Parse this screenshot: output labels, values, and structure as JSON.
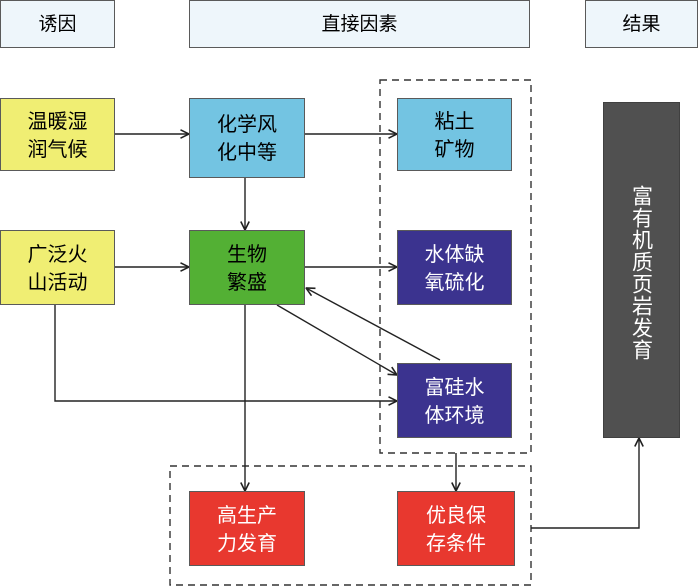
{
  "headers": {
    "cause": "诱因",
    "direct_factors": "直接因素",
    "result": "结果"
  },
  "nodes": {
    "warm_humid_climate": "温暖湿\n润气候",
    "volcanism": "广泛火\n山活动",
    "chemical_weathering": "化学风\n化中等",
    "biological_flourishing": "生物\n繁盛",
    "clay_minerals": "粘土\n矿物",
    "anoxic_sulfidic_water": "水体缺\n氧硫化",
    "silica_rich_water": "富硅水\n体环境",
    "high_productivity": "高生产\n力发育",
    "good_preservation": "优良保\n存条件",
    "organic_rich_shale": "富有机质页岩发育"
  },
  "colors": {
    "header_fill": "#eef6fb",
    "cause_fill": "#f0ee73",
    "weathering_fill": "#73c4e2",
    "biology_fill": "#53b034",
    "water_fill": "#3b338f",
    "condition_fill": "#e8382f",
    "result_fill": "#505050"
  }
}
